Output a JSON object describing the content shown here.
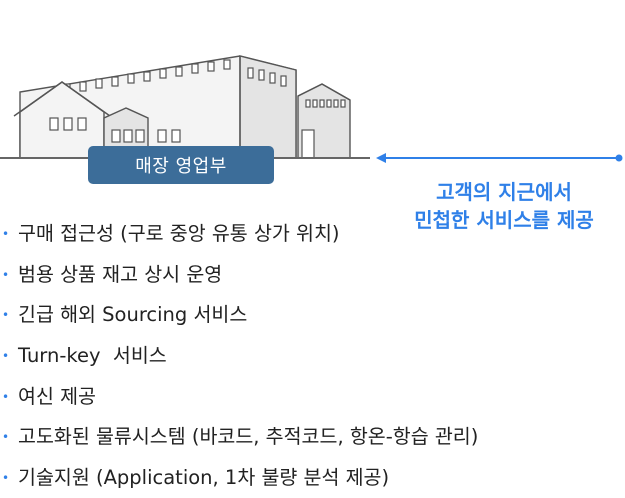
{
  "badge": {
    "label": "매장 영업부"
  },
  "tagline": {
    "line1": "고객의 지근에서",
    "line2": "민첩한 서비스를 제공"
  },
  "bullets": [
    "구매 접근성 (구로 중앙 유통 상가 위치)",
    "범용 상품 재고 상시 운영",
    "긴급 해외 Sourcing 서비스",
    "Turn-key  서비스",
    "여신 제공",
    "고도화된 물류시스템 (바코드, 추적코드, 항온-항습 관리)",
    "기술지원 (Application, 1차 불량 분석 제공)"
  ],
  "colors": {
    "accent": "#2f80e8",
    "badge": "#3c6d99",
    "text": "#222222"
  },
  "icons": {
    "illustration": "warehouse-icon",
    "connector": "double-arrow-icon",
    "bullet": "bullet-dot-icon"
  }
}
